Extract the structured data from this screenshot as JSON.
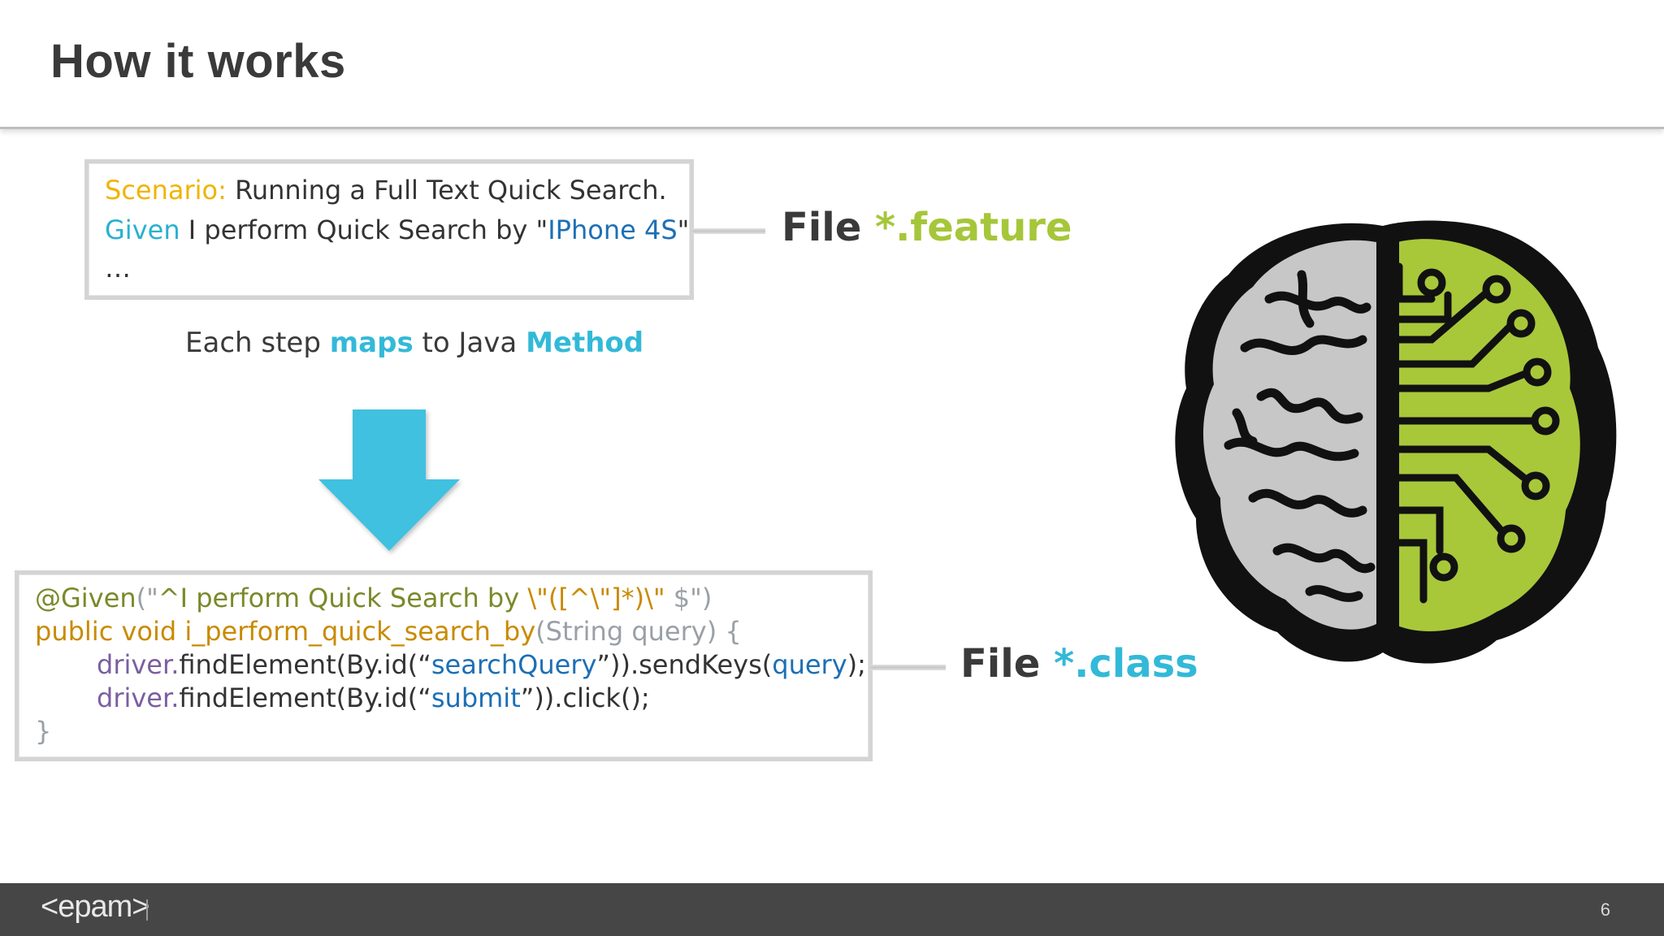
{
  "slide": {
    "title": "How it works",
    "page_number": "6"
  },
  "feature_box": {
    "scenario_keyword": "Scenario:",
    "scenario_text": " Running a Full Text Quick Search.",
    "given_keyword": "Given",
    "given_text": " I perform Quick Search by \"",
    "given_value": "IPhone 4S",
    "given_close": "\"",
    "ellipsis": "…"
  },
  "mapping": {
    "part1": "Each step ",
    "maps": "maps",
    "part2": " to Java ",
    "method": "Method"
  },
  "code_box": {
    "l1_annot": "@Given",
    "l1_paren_open": "(\"",
    "l1_regex": "^I perform Quick Search by ",
    "l1_group": "\\\"([^\\\"]*)\\\"",
    "l1_end": " $\")",
    "l2_sig": "public void i_perform_quick_search_by",
    "l2_params": "(String query) {",
    "l3_obj": "driver.",
    "l3_call": "findElement(By.id(“",
    "l3_id": "searchQuery",
    "l3_mid": "”)).sendKeys(",
    "l3_arg": "query",
    "l3_end": ");",
    "l4_obj": "driver.",
    "l4_call": "findElement(By.id(“",
    "l4_id": "submit",
    "l4_end": "”)).click();",
    "l5_close": "}"
  },
  "file_labels": {
    "feature_prefix": "File ",
    "feature_ext": "*.feature",
    "class_prefix": "File ",
    "class_ext": "*.class"
  },
  "footer": {
    "logo": "<epam>"
  },
  "colors": {
    "accent_cyan": "#33b9d8",
    "accent_green": "#a6c63a",
    "scenario_yellow": "#f0b400",
    "footer_bg": "#464646"
  },
  "icons": [
    "down-arrow-icon",
    "brain-circuit-icon"
  ]
}
